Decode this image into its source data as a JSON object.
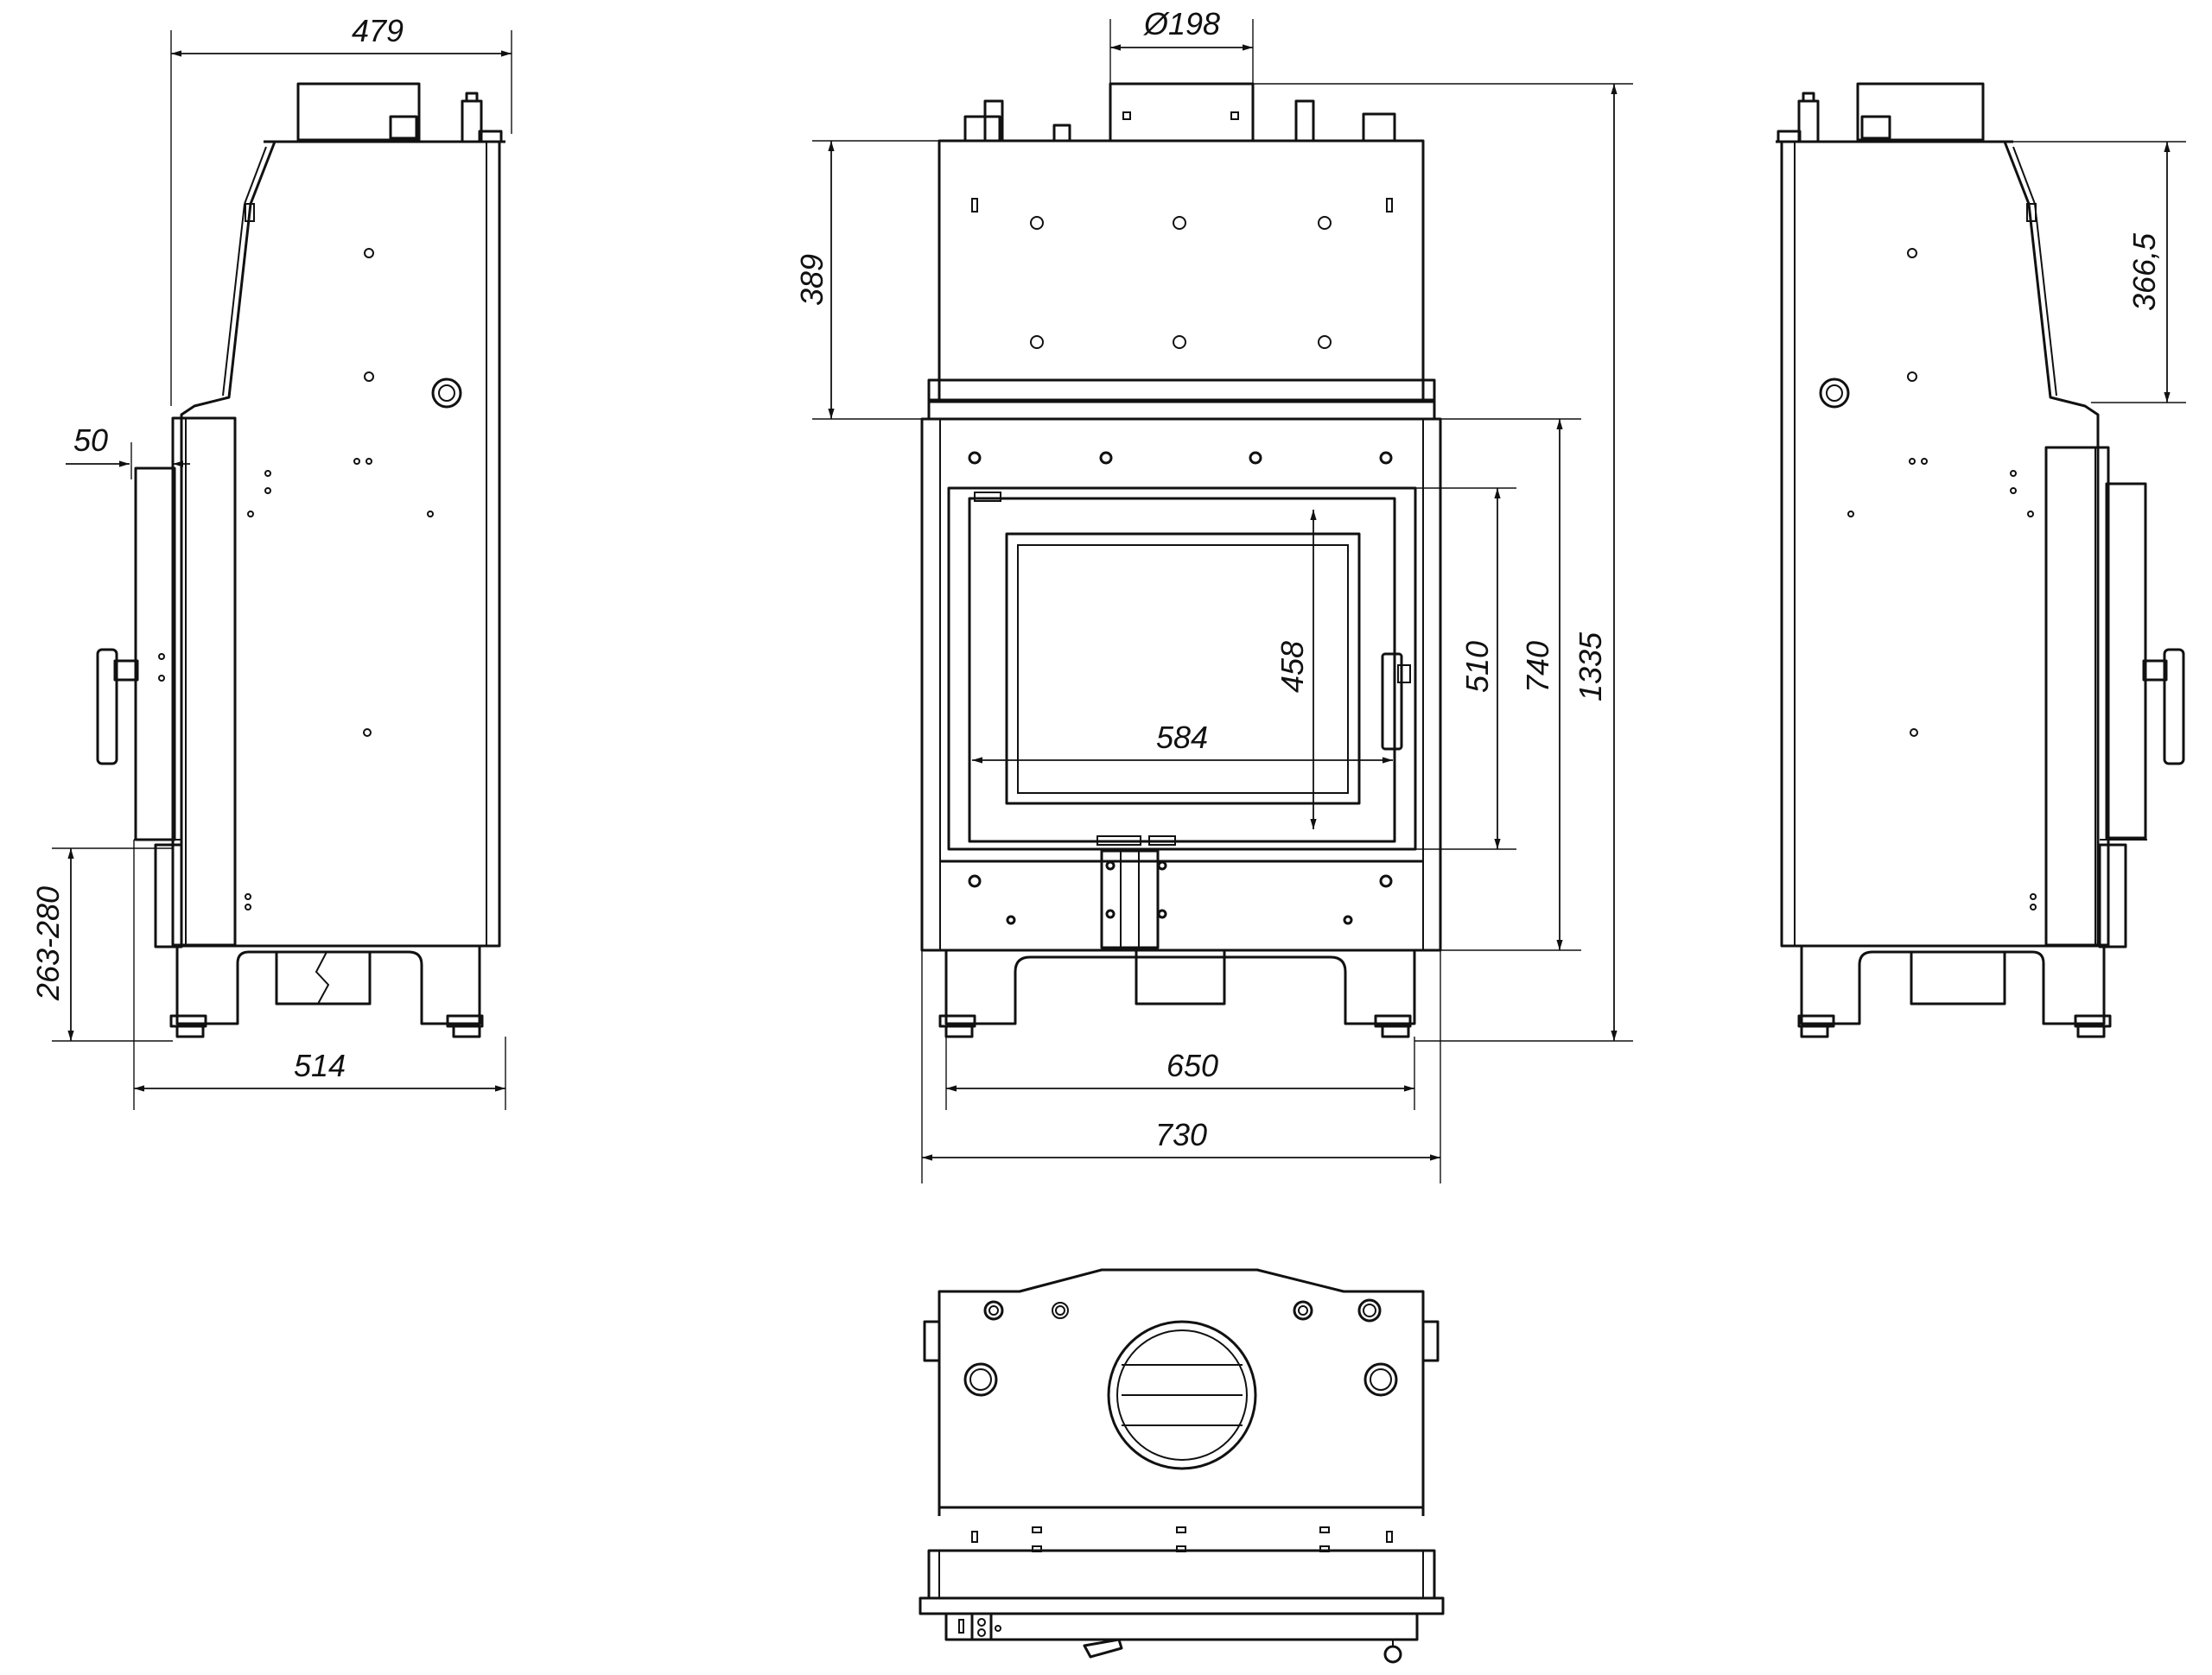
{
  "drawing": {
    "views": [
      "left-side-view",
      "front-view",
      "right-side-view",
      "top-view"
    ],
    "dimensions": {
      "left_depth_top": "479",
      "left_offset": "50",
      "left_height_range": "263-280",
      "left_depth_bottom": "514",
      "flue_diameter": "Ø198",
      "top_section_height": "389",
      "glass_height": "458",
      "glass_width": "584",
      "door_height": "510",
      "body_height": "740",
      "total_height": "1335",
      "base_width": "650",
      "total_width": "730",
      "right_top_section_height": "366,5"
    }
  }
}
